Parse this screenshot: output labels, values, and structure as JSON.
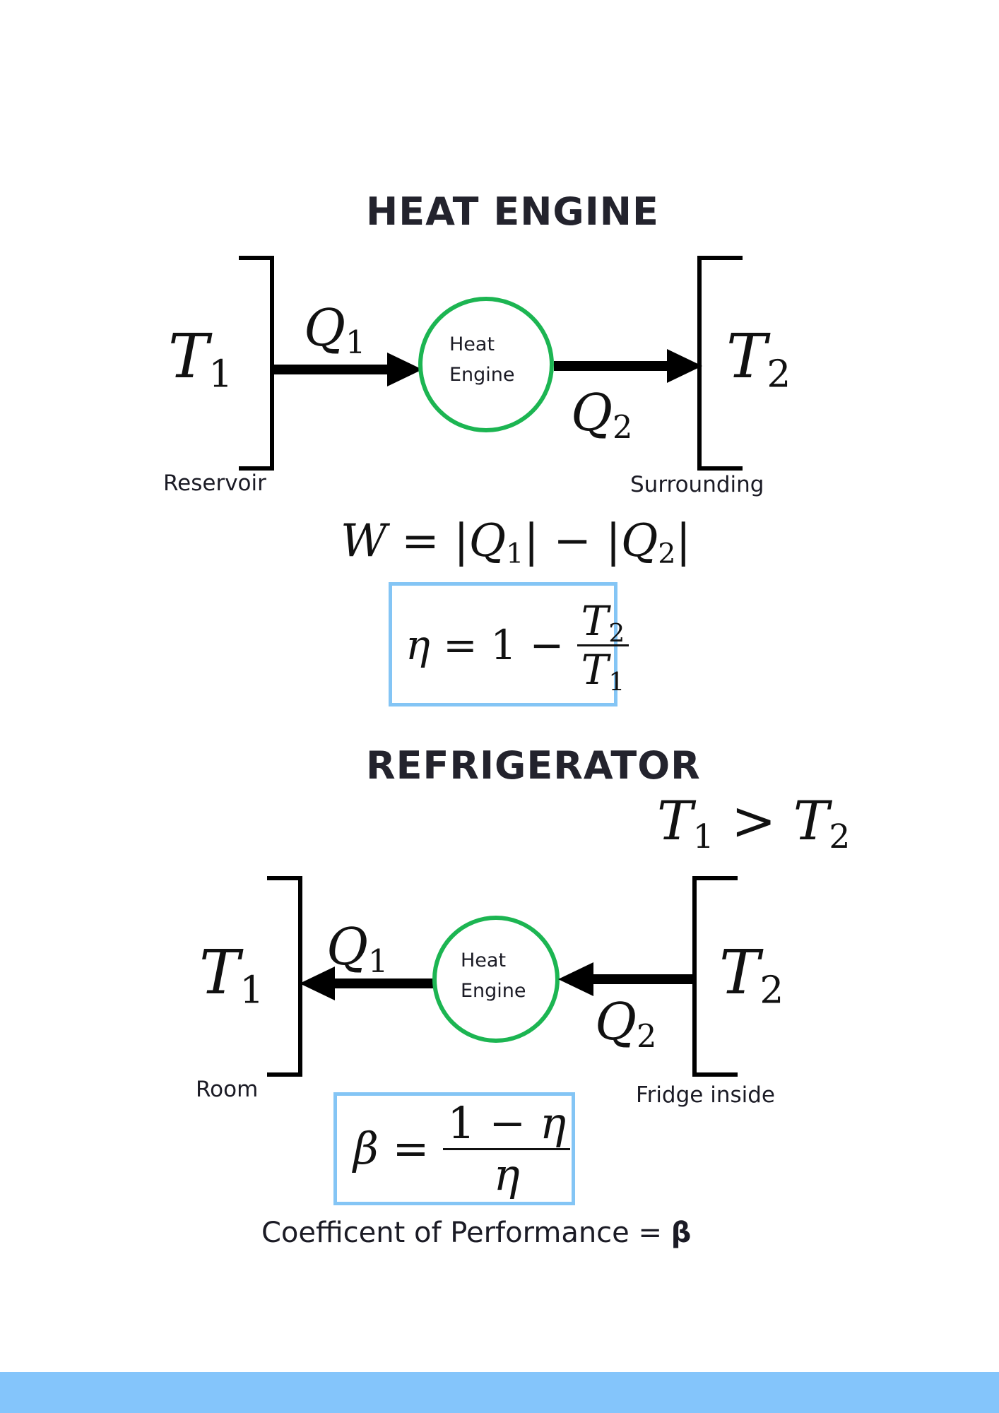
{
  "heat_engine": {
    "heading": "HEAT ENGINE",
    "hot_temp": "T",
    "hot_temp_sub": "1",
    "cold_temp": "T",
    "cold_temp_sub": "2",
    "q_in": "Q",
    "q_in_sub": "1",
    "q_out": "Q",
    "q_out_sub": "2",
    "engine_line1": "Heat",
    "engine_line2": "Engine",
    "hot_label": "Reservoir",
    "cold_label": "Surrounding",
    "work_lhs": "W",
    "work_rhs_q1": "Q",
    "work_rhs_q1_sub": "1",
    "work_rhs_q2": "Q",
    "work_rhs_q2_sub": "2",
    "eff_symbol": "η",
    "eff_one": "1",
    "eff_num": "T",
    "eff_num_sub": "2",
    "eff_den": "T",
    "eff_den_sub": "1"
  },
  "refrigerator": {
    "heading": "REFRIGERATOR",
    "condition_lhs": "T",
    "condition_lhs_sub": "1",
    "condition_rhs": "T",
    "condition_rhs_sub": "2",
    "hot_temp": "T",
    "hot_temp_sub": "1",
    "cold_temp": "T",
    "cold_temp_sub": "2",
    "q_out": "Q",
    "q_out_sub": "1",
    "q_in": "Q",
    "q_in_sub": "2",
    "engine_line1": "Heat",
    "engine_line2": "Engine",
    "hot_label": "Room",
    "cold_label": "Fridge inside",
    "cop_symbol": "β",
    "cop_num_one": "1",
    "cop_num_eta": "η",
    "cop_den": "η",
    "caption": "Coefficent of Performance = ",
    "caption_symbol": "β"
  },
  "colors": {
    "engine_circle": "#1cb552",
    "formula_box": "#84c5f5",
    "footer_band": "#84c5fb"
  }
}
